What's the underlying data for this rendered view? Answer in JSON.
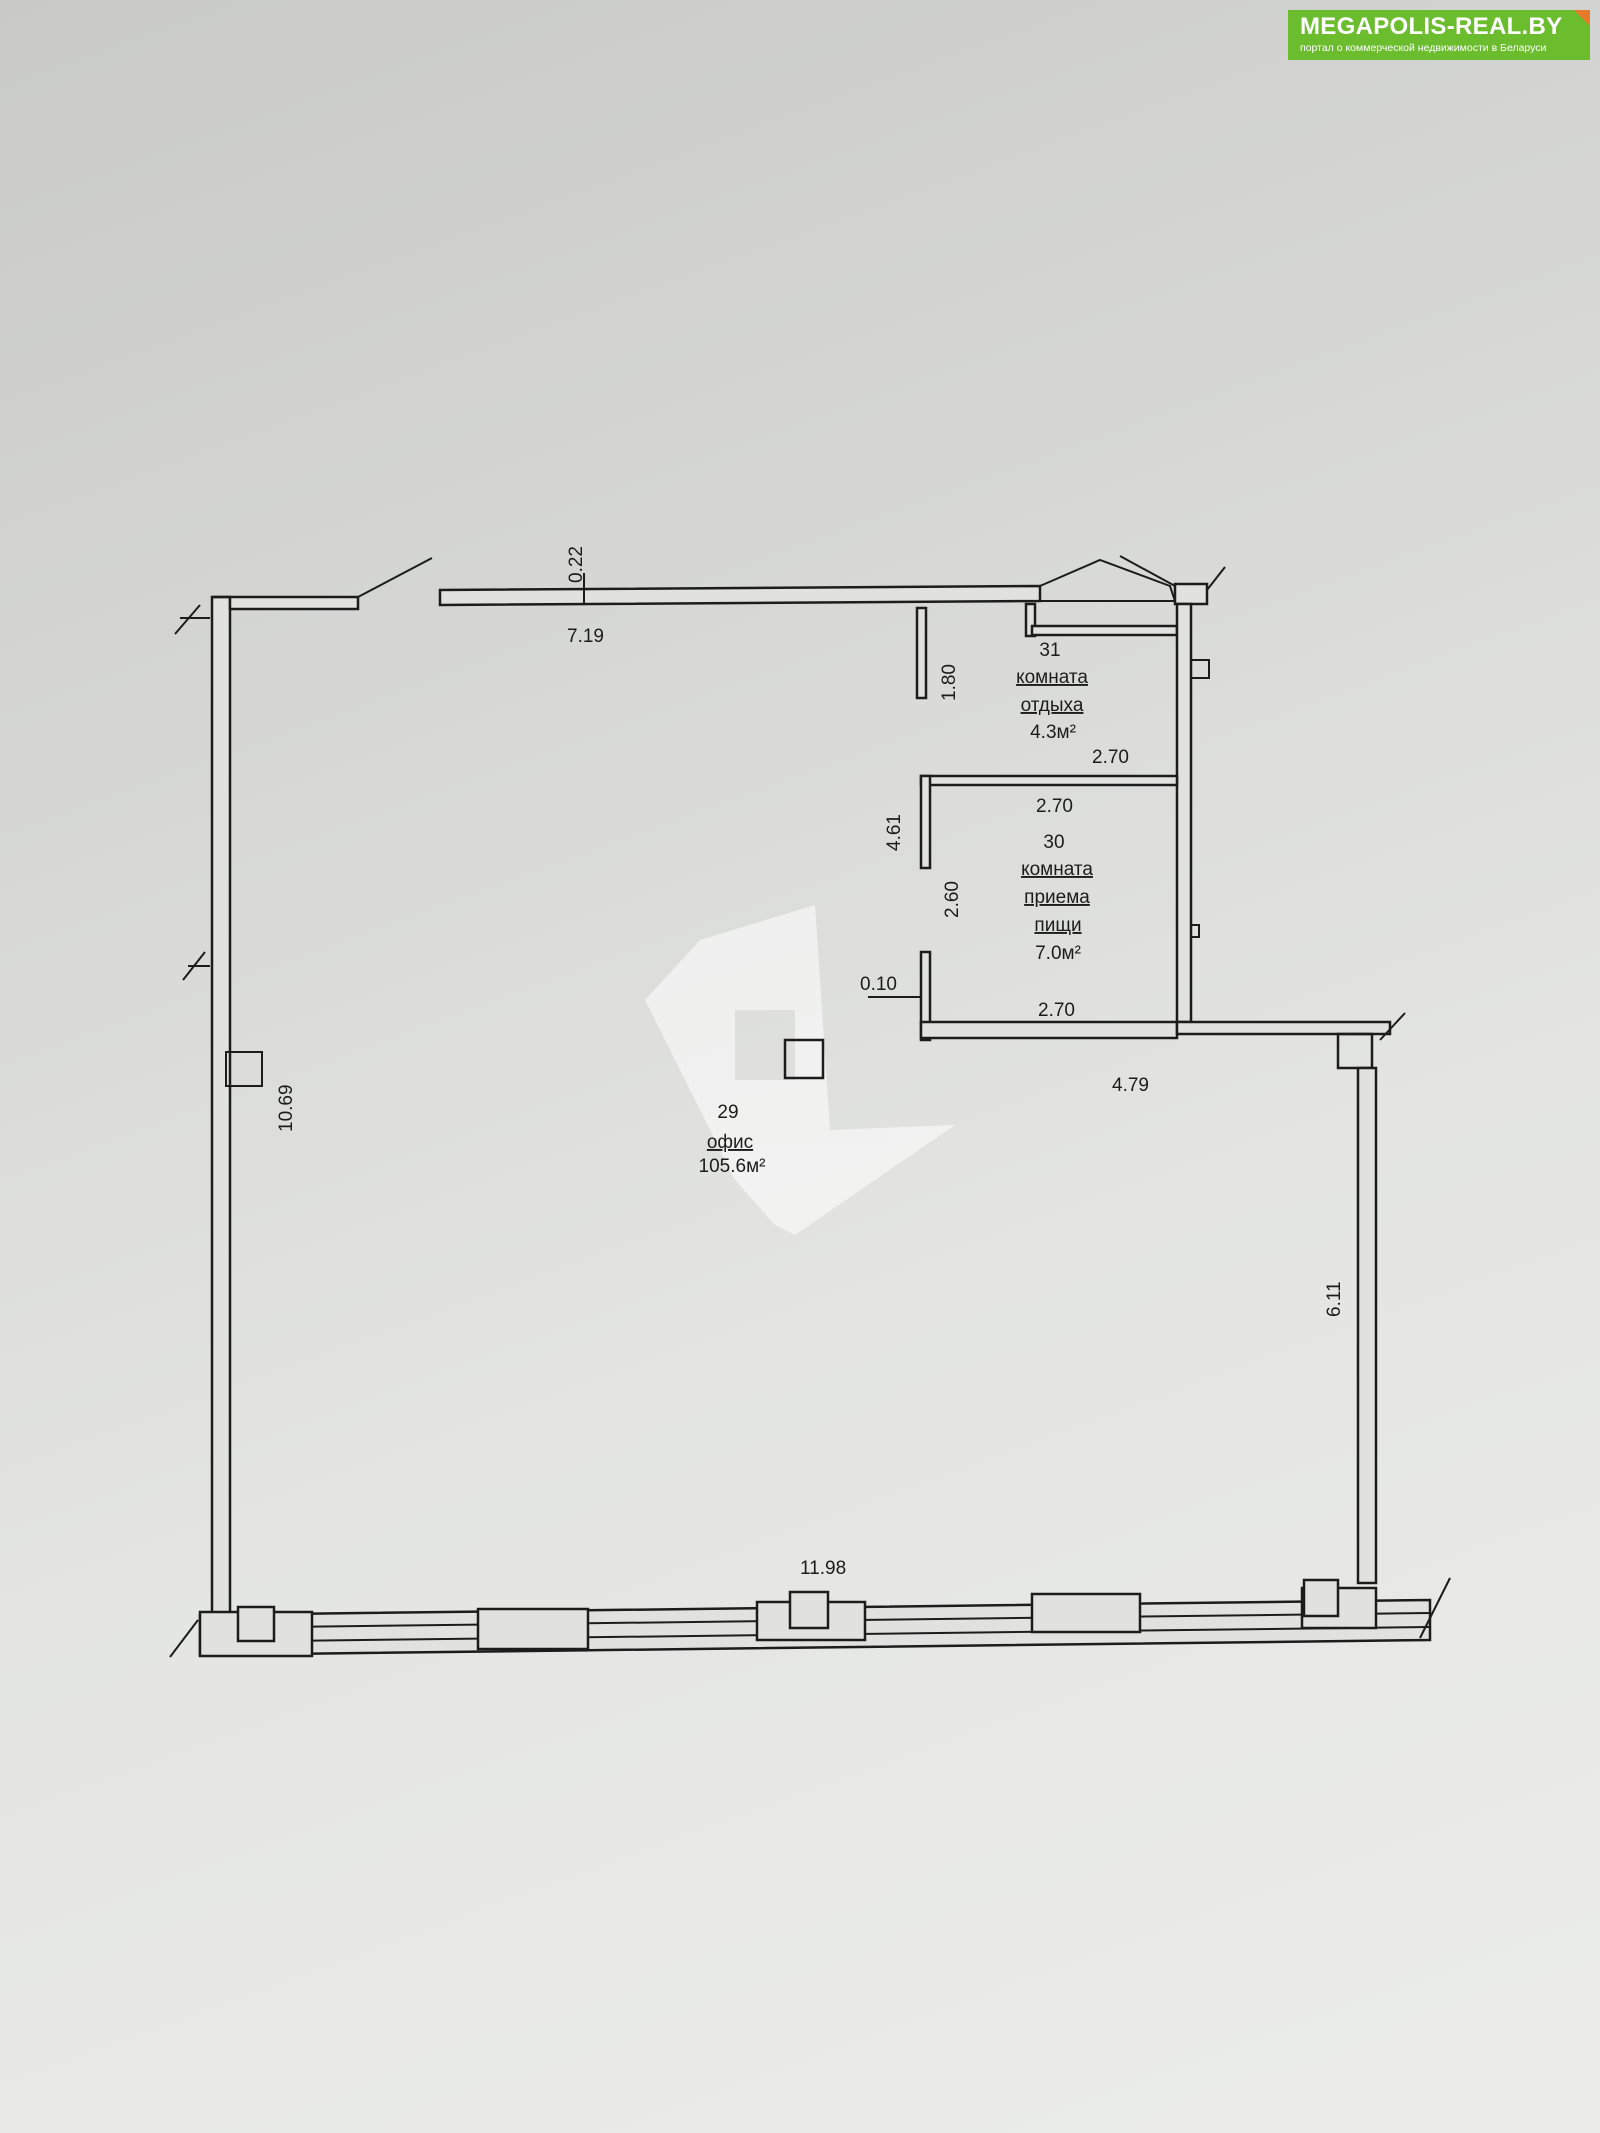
{
  "brand": {
    "name": "MEGAPOLIS-REAL.BY",
    "tagline": "портал о коммерческой недвижимости в Беларуси",
    "color": "#6bbd2e",
    "accent": "#e8792a"
  },
  "rooms": [
    {
      "number": "29",
      "name": [
        "офис"
      ],
      "area": "105.6м²"
    },
    {
      "number": "30",
      "name": [
        "комната",
        "приема",
        "пищи"
      ],
      "area": "7.0м²"
    },
    {
      "number": "31",
      "name": [
        "комната",
        "отдыха"
      ],
      "area": "4.3м²"
    }
  ],
  "dimensions": {
    "top_wall": "7.19",
    "top_wall_thickness": "0.22",
    "left_wall": "10.69",
    "bottom_wall": "11.98",
    "right_wall": "6.11",
    "right_step": "4.79",
    "partition_upper": "1.80",
    "partition_mid": "4.61",
    "partition_lower": "2.60",
    "partition_gap": "0.10",
    "room31_width": "2.70",
    "room30_top": "2.70",
    "room30_bottom": "2.70"
  }
}
